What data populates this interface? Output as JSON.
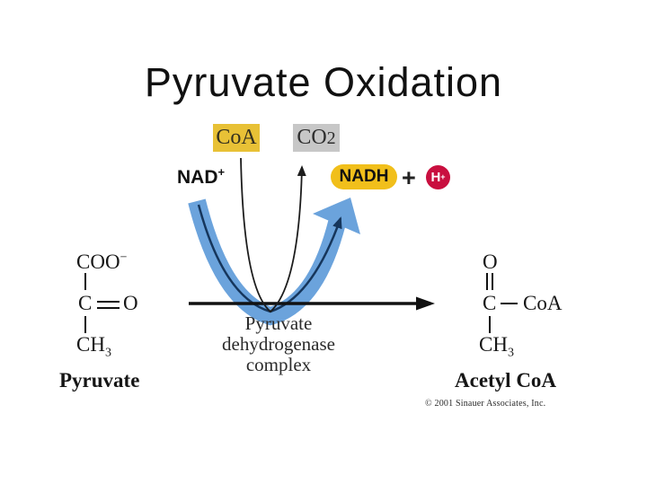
{
  "title": "Pyruvate Oxidation",
  "colors": {
    "coa_highlight": "#e8c136",
    "co2_highlight": "#c7c7c7",
    "nadh_pill": "#f1bf1b",
    "h_plus_badge": "#c90f3f",
    "reaction_band_blue": "#6ba3dc",
    "inner_line_navy": "#16365c",
    "line_black": "#111111"
  },
  "cofactors": {
    "coa": "CoA",
    "co2_base": "CO",
    "co2_sub": "2",
    "nad_base": "NAD",
    "nad_sup": "+",
    "nadh": "NADH",
    "plus": "+",
    "h_base": "H",
    "h_sup": "+"
  },
  "enzyme": {
    "line1": "Pyruvate",
    "line2": "dehydrogenase",
    "line3": "complex"
  },
  "pyruvate": {
    "coo_base": "COO",
    "coo_sup": "−",
    "c": "C",
    "o": "O",
    "ch_base": "CH",
    "ch_sub": "3",
    "label": "Pyruvate"
  },
  "acetylcoa": {
    "o": "O",
    "c": "C",
    "coa": "CoA",
    "ch_base": "CH",
    "ch_sub": "3",
    "label": "Acetyl CoA"
  },
  "credit": "© 2001 Sinauer Associates, Inc."
}
